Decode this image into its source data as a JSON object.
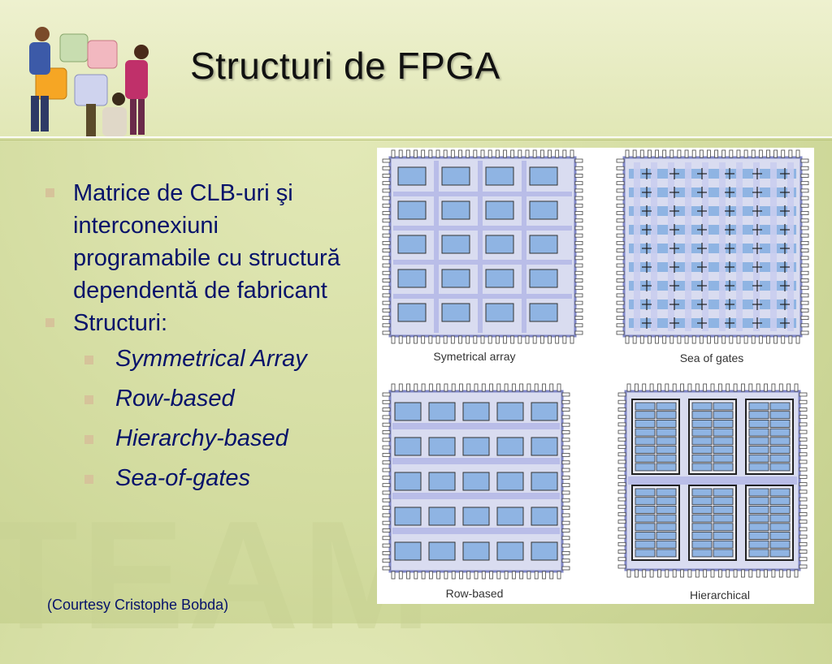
{
  "slide": {
    "title": "Structuri de FPGA",
    "bullets": [
      {
        "text": "Matrice de CLB-uri şi interconexiuni programabile  cu structură dependentă de fabricant"
      },
      {
        "text": "Structuri:"
      }
    ],
    "sub_bullets": [
      {
        "text": "Symmetrical Array"
      },
      {
        "text": "Row-based"
      },
      {
        "text": "Hierarchy-based"
      },
      {
        "text": "Sea-of-gates"
      }
    ],
    "courtesy": "(Courtesy Cristophe Bobda)",
    "watermark": "TEAM"
  },
  "figure": {
    "captions": {
      "symmetrical": "Symetrical array",
      "sea_of_gates": "Sea of gates",
      "row_based": "Row-based",
      "hierarchical": "Hierarchical"
    }
  },
  "colors": {
    "text": "#06126a",
    "cell_fill": "#8fb4e3",
    "block_fill": "#d9dcf0",
    "block_stroke": "#7f86c6",
    "bullet": "#d6c39a"
  },
  "icons": [
    "people-puzzle-clipart",
    "bullet-square-icon"
  ]
}
